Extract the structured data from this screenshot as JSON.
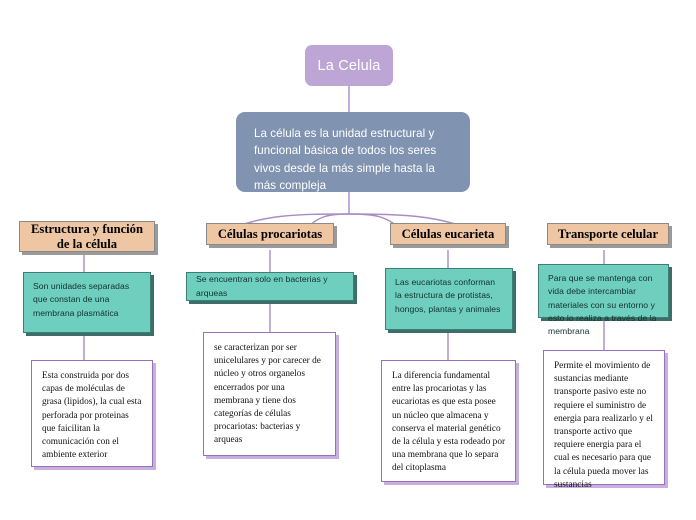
{
  "title_node": {
    "label": "La Celula"
  },
  "description_node": {
    "text": "La célula es la unidad estructural  y funcional básica de todos los seres vivos desde la más simple hasta la más compleja"
  },
  "branches": [
    {
      "header": "Estructura y función de la célula",
      "detail": "Son unidades separadas que constan de una membrana plasmática",
      "leaf": "Esta construida por dos capas de moléculas de grasa (lipidos), la cual esta perforada por proteinas que faicilitan la comunicación con el ambiente exterior"
    },
    {
      "header": "Células procariotas",
      "detail": "Se encuentran solo en bacterias y arqueas",
      "leaf": "se caracterizan por ser unicelulares y por carecer  de núcleo y otros organelos encerrados por una membrana y tiene dos categorías de células procariotas: bacterias y arqueas"
    },
    {
      "header": "Células eucarieta",
      "detail": "Las eucariotas conforman la estructura de protistas, hongos, plantas y animales",
      "leaf": "La diferencia fundamental entre las procariotas y las eucariotas es que esta posee un núcleo que almacena y conserva el material genético de la célula y esta rodeado por una membrana que lo separa del citoplasma"
    },
    {
      "header": "Transporte celular",
      "detail": "Para que se mantenga con vida debe intercambiar materiales con su entorno y esto lo realiza a través de la membrana",
      "leaf": "Permite el movimiento de sustancias mediante transporte pasivo este no requiere el suministro de energia para realizarlo y el transporte activo que requiere energia para el cual es necesario para que la célula pueda mover las sustancias"
    }
  ],
  "colors": {
    "root": "#bda6d6",
    "description": "#8093b0",
    "category": "#eec6a4",
    "detail": "#6fcfbf",
    "leaf_border": "#9a6fbf",
    "connector": "#a98cc4",
    "background": "#ffffff"
  }
}
